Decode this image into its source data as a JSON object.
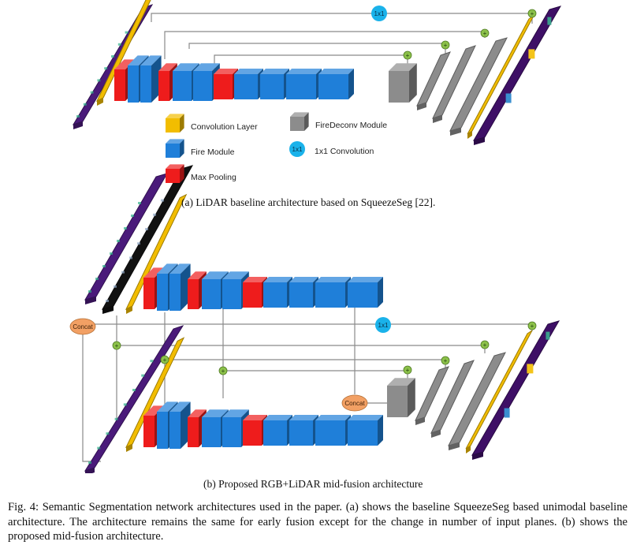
{
  "figure": {
    "legend": {
      "conv": "Convolution Layer",
      "fire": "Fire Module",
      "maxpool": "Max Pooling",
      "deconv": "FireDeconv Module",
      "conv1x1": "1x1 Convolution"
    },
    "node_labels": {
      "conv1x1": "1x1",
      "concat": "Concat",
      "add": "+"
    },
    "colors": {
      "conv": "#f2bd00",
      "fire": "#1f7fd9",
      "maxpool": "#ee1c1c",
      "deconv": "#8c8c8c",
      "conv1x1": "#1ab2ea",
      "concat": "#f2a064",
      "add": "#8cc14a",
      "input_plane": "#4a1a7a",
      "output_plane": "#3e0f66"
    }
  },
  "captions": {
    "sub_a": "(a) LiDAR baseline architecture based on SqueezeSeg [22].",
    "sub_b": "(b) Proposed RGB+LiDAR mid-fusion architecture",
    "main": "Fig. 4: Semantic Segmentation network architectures used in the paper. (a) shows the baseline SqueezeSeg based unimodal baseline architecture. The architecture remains the same for early fusion except for the change in number of input planes. (b) shows the proposed mid-fusion architecture."
  }
}
